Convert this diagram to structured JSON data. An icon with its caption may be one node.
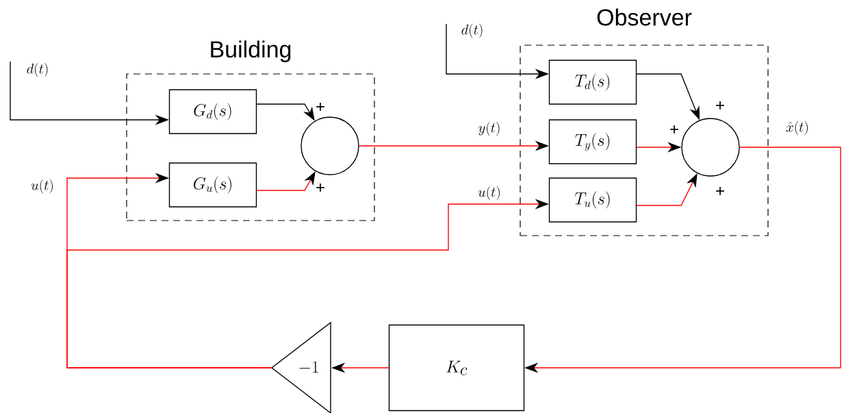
{
  "diagram": {
    "nodes": [
      {
        "text": [
          "Building"
        ]
      },
      {
        "text": [
          "G_d(s)"
        ],
        "in": 0
      },
      {
        "text": [
          "G_u(s)"
        ],
        "in": 0
      },
      {
        "text": [],
        "shape": "circle",
        "in": 0,
        "beside": [
          "+",
          "+"
        ]
      },
      {
        "text": [
          "Observer"
        ]
      },
      {
        "text": [
          "T_d(s)"
        ],
        "in": 4
      },
      {
        "text": [
          "T_y(s)"
        ],
        "in": 4
      },
      {
        "text": [
          "T_u(s)"
        ],
        "in": 4
      },
      {
        "text": [],
        "shape": "circle",
        "in": 4,
        "beside": [
          "+",
          "+",
          "+"
        ]
      },
      {
        "text": [
          "K_c"
        ]
      },
      {
        "text": [
          "-1"
        ]
      }
    ],
    "edges": [
      {
        "from": null,
        "to": 1,
        "arrow": "to",
        "label": "d(t)",
        "color": "#000000"
      },
      {
        "from": 1,
        "to": 3,
        "arrow": "to",
        "color": "#000000"
      },
      {
        "from": 2,
        "to": 3,
        "arrow": "to"
      },
      {
        "from": 3,
        "to": 6,
        "arrow": "to",
        "label": "y(t)"
      },
      {
        "from": null,
        "to": 5,
        "arrow": "to",
        "label": "d(t)",
        "color": "#000000"
      },
      {
        "from": 5,
        "to": 8,
        "arrow": "to",
        "color": "#000000"
      },
      {
        "from": 6,
        "to": 8,
        "arrow": "to"
      },
      {
        "from": 7,
        "to": 8,
        "arrow": "to"
      },
      {
        "from": 8,
        "to": 9,
        "arrow": "to",
        "label": "\\hat{x}(t)"
      },
      {
        "from": 9,
        "to": 10,
        "arrow": "to"
      },
      {
        "from": 10,
        "to": 2,
        "arrow": "to",
        "label": "u(t)"
      },
      {
        "from": 10,
        "to": 7,
        "arrow": "to",
        "label": "u(t)"
      }
    ]
  }
}
